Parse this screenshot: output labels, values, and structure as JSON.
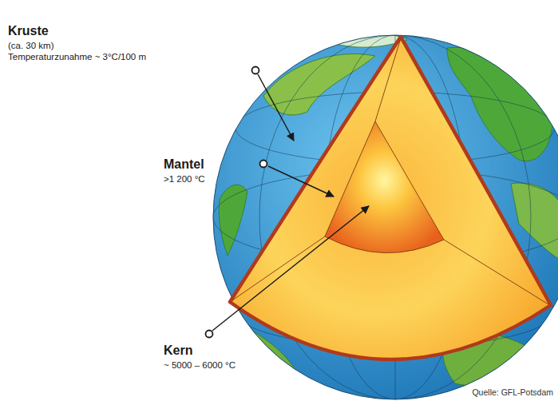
{
  "diagram": {
    "labels": [
      "Kruste",
      "(ca. 30 km)",
      "Temperaturzunahme ~ 3°C/100 m",
      "Mantel",
      ">1 200 °C",
      "Kern",
      "~ 5000 – 6000 °C",
      "Quelle: GFL-Potsdam"
    ]
  }
}
